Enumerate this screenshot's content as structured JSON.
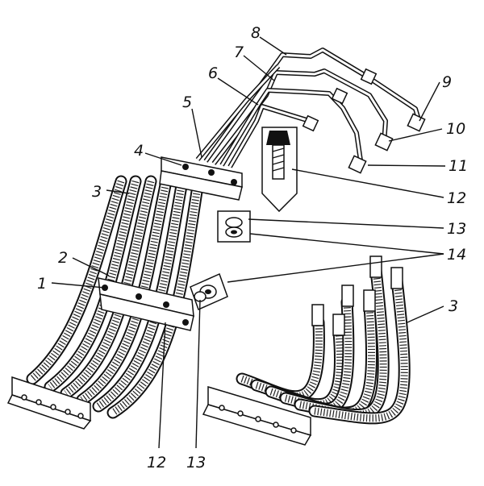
{
  "callouts": {
    "c1": "1",
    "c2": "2",
    "c3a": "3",
    "c3b": "3",
    "c4": "4",
    "c5": "5",
    "c6": "6",
    "c7": "7",
    "c8": "8",
    "c9": "9",
    "c10": "10",
    "c11": "11",
    "c12a": "12",
    "c12b": "12",
    "c13a": "13",
    "c13b": "13",
    "c14": "14"
  }
}
